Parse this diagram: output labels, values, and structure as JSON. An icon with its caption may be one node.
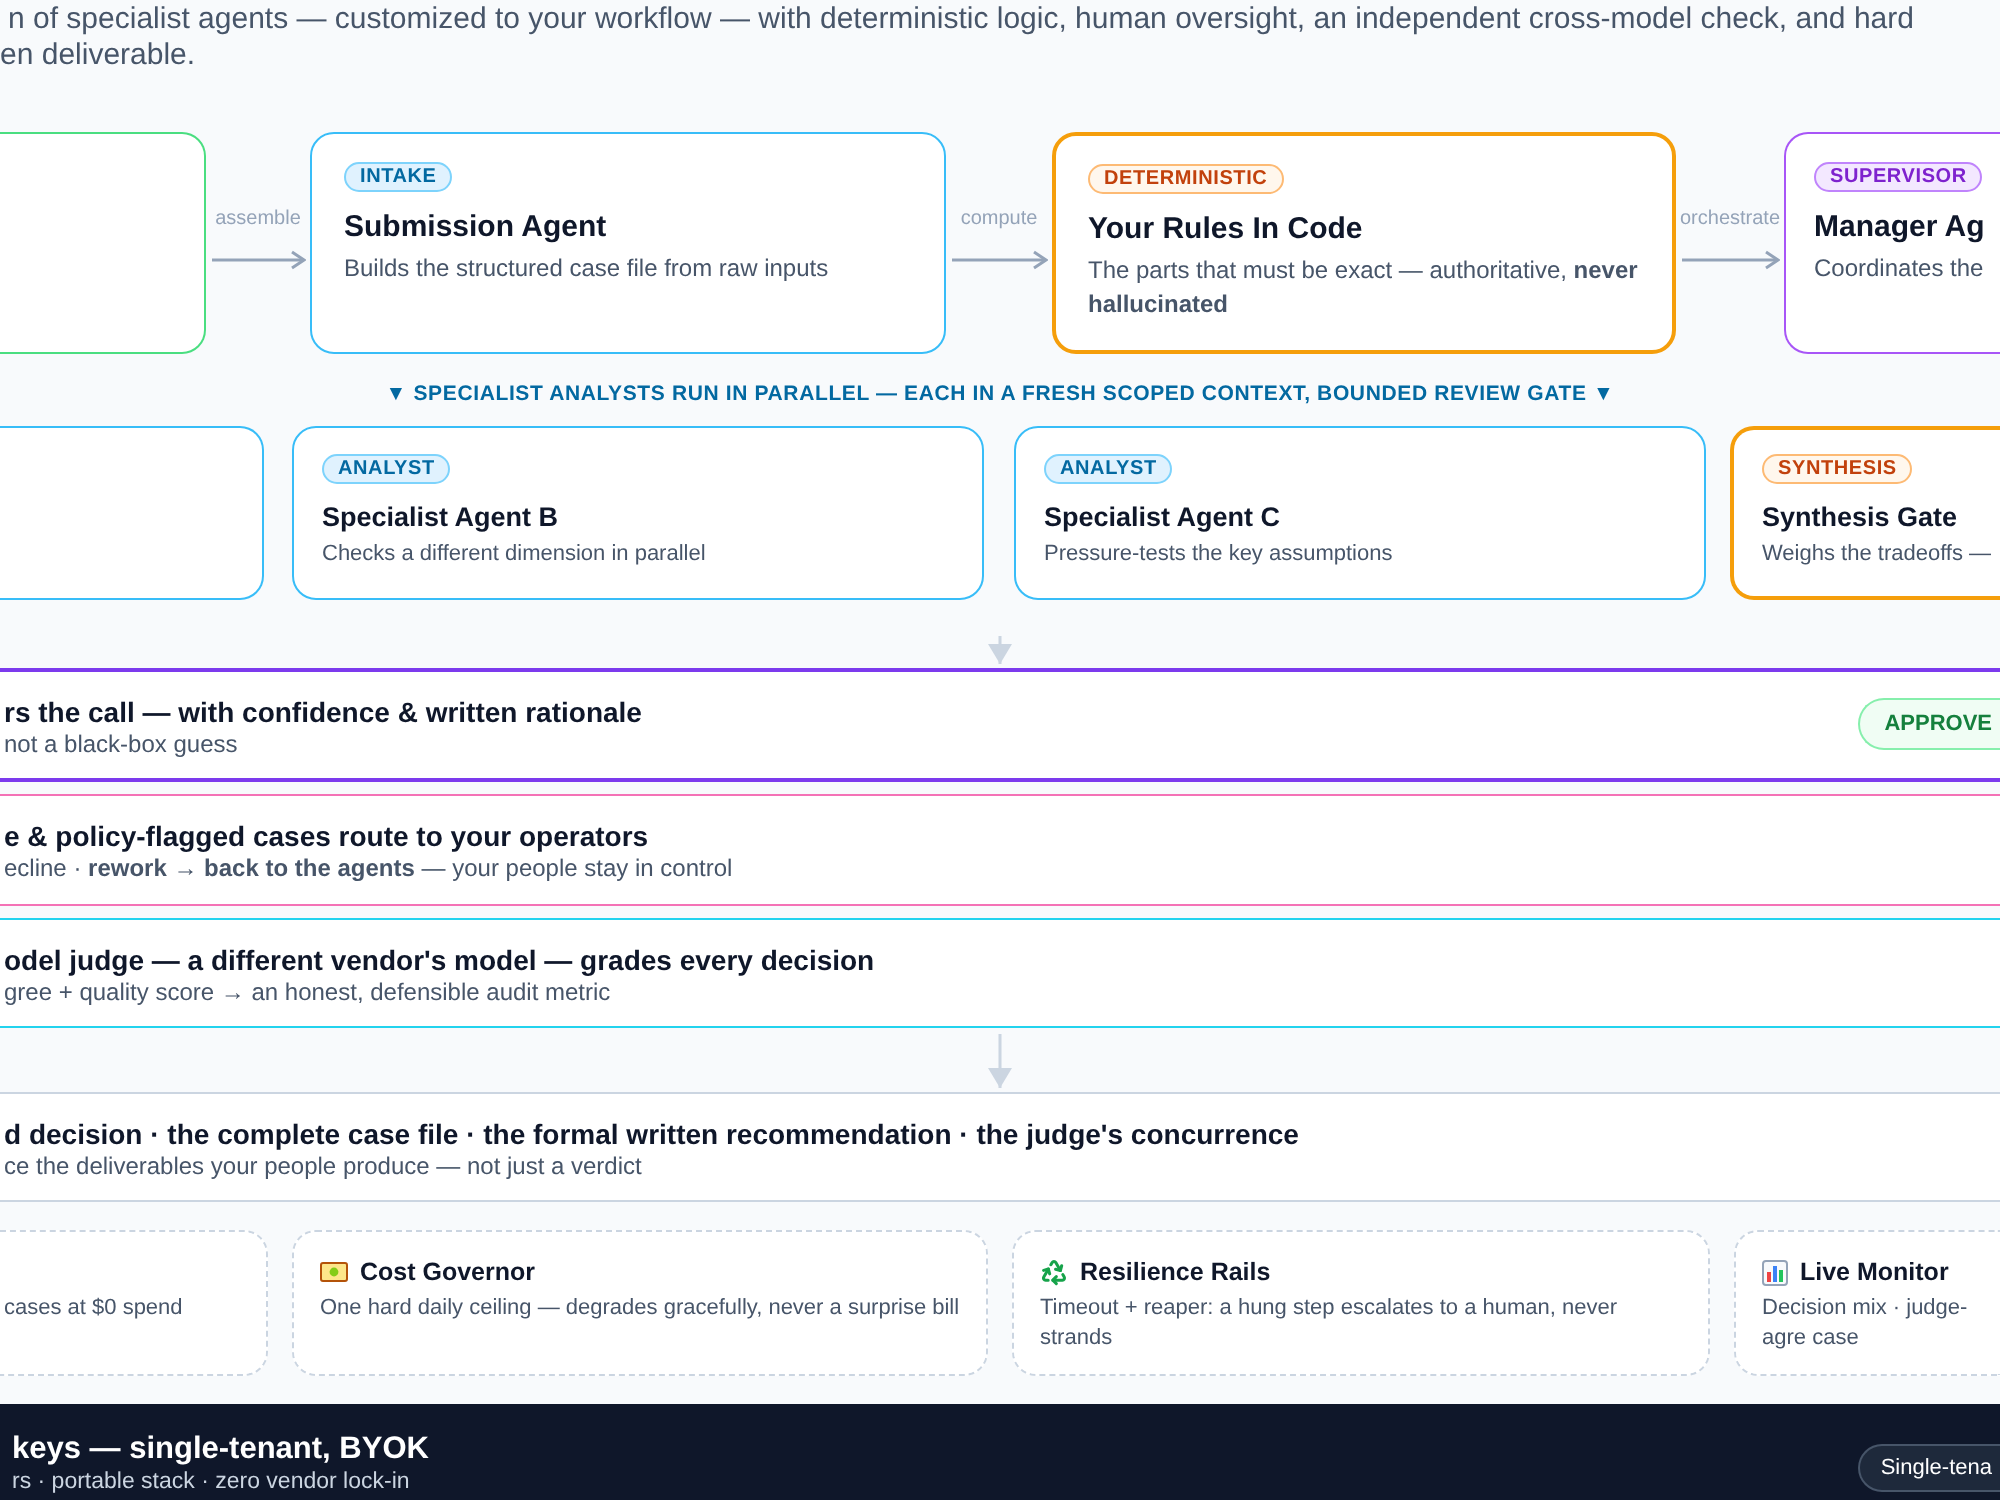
{
  "diagram": {
    "nodes": [
      {
        "text": [],
        "shape": "box"
      },
      {
        "text": [
          "INTAKE",
          "Submission Agent",
          "Builds the structured case file from raw inputs"
        ]
      },
      {
        "text": [
          "DETERMINISTIC",
          "Your Rules In Code",
          "The parts that must be exact — authoritative, **never hallucinated**"
        ]
      },
      {
        "text": [
          "SUPERVISOR",
          "Manager Ag",
          "Coordinates the"
        ]
      },
      {
        "text": [],
        "shape": "box"
      },
      {
        "text": [
          "ANALYST",
          "Specialist Agent B",
          "Checks a different dimension in parallel"
        ]
      },
      {
        "text": [
          "ANALYST",
          "Specialist Agent C",
          "Pressure-tests the key assumptions"
        ]
      },
      {
        "text": [
          "SYNTHESIS",
          "Synthesis Gate",
          "Weighs the tradeoffs —"
        ]
      },
      {
        "text": [
          "rs the call — with confidence & written rationale",
          "not a black-box guess",
          "APPROVE"
        ]
      },
      {
        "text": [
          "e & policy-flagged cases route to your operators",
          "ecline · **rework → back to the agents** — your people stay in control"
        ]
      },
      {
        "text": [
          "odel judge — a different vendor's model — grades every decision",
          "gree + quality score → an honest, defensible audit metric"
        ]
      },
      {
        "text": [
          "d decision · the complete case file · the formal written recommendation · the judge's concurrence",
          "ce the deliverables your people produce — not just a verdict"
        ]
      },
      {
        "text": [
          "cases at $0 spend"
        ]
      },
      {
        "text": [
          "Cost Governor",
          "One hard daily ceiling — degrades gracefully, never a surprise bill"
        ]
      },
      {
        "text": [
          "Resilience Rails",
          "Timeout + reaper: a hung step escalates to a human, never strands"
        ]
      },
      {
        "text": [
          "Live Monitor",
          "Decision mix · judge-agre case"
        ]
      },
      {
        "text": [
          "keys — single-tenant, BYOK",
          "rs · portable stack · zero vendor lock-in",
          "Single-tena"
        ]
      }
    ],
    "edges": [
      {
        "from": 0,
        "to": 1,
        "arrow": "to",
        "label": "assemble"
      },
      {
        "from": 1,
        "to": 2,
        "arrow": "to",
        "label": "compute"
      },
      {
        "from": 2,
        "to": 3,
        "arrow": "to",
        "label": "orchestrate"
      },
      {
        "from": null,
        "to": 8,
        "arrow": "to"
      },
      {
        "from": 10,
        "to": 11,
        "arrow": "to"
      }
    ],
    "labels": [
      "n of specialist agents — customized to your workflow — with deterministic logic, human oversight, an independent cross-model check, and hard",
      "en deliverable.",
      "▼ SPECIALIST ANALYSTS RUN IN PARALLEL — EACH IN A FRESH SCOPED CONTEXT, BOUNDED REVIEW GATE ▼"
    ]
  }
}
